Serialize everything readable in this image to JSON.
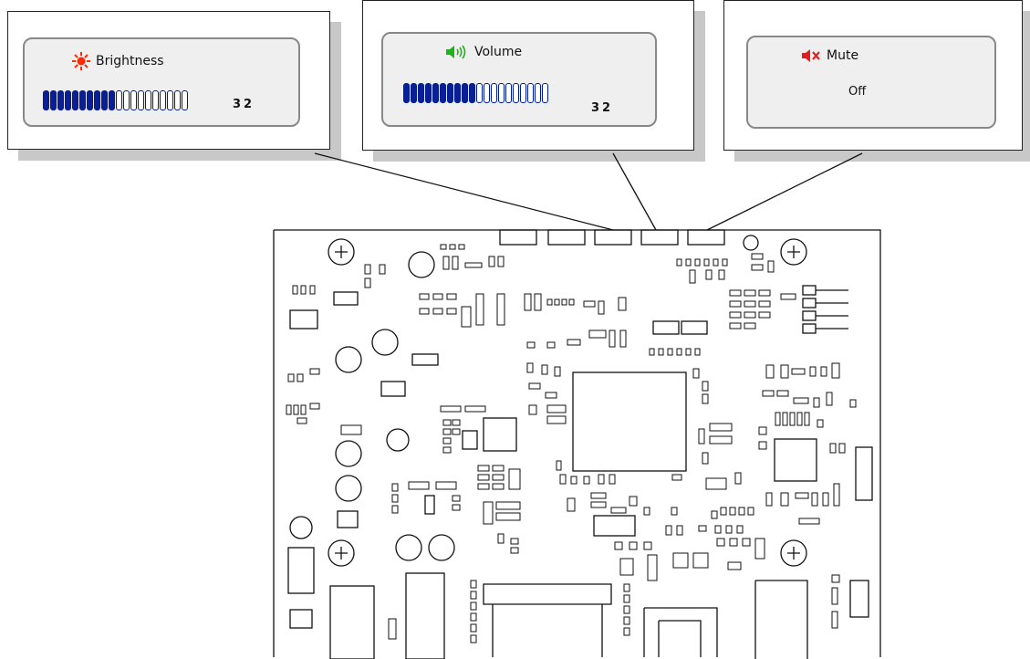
{
  "osd": [
    {
      "title": "Brightness",
      "icon": "sun-icon",
      "icon_color": "#ff2a00",
      "value_text": "32",
      "level": 0.5
    },
    {
      "title": "Volume",
      "icon": "speaker-volume-icon",
      "icon_color": "#1db31d",
      "value_text": "32",
      "level": 0.5
    },
    {
      "title": "Mute",
      "icon": "speaker-mute-icon",
      "icon_color": "#e02020",
      "value_text": "Off"
    }
  ],
  "colors": {
    "bar_fill": "#0a1f94",
    "panel_bg": "#efefef",
    "line": "#111111"
  }
}
